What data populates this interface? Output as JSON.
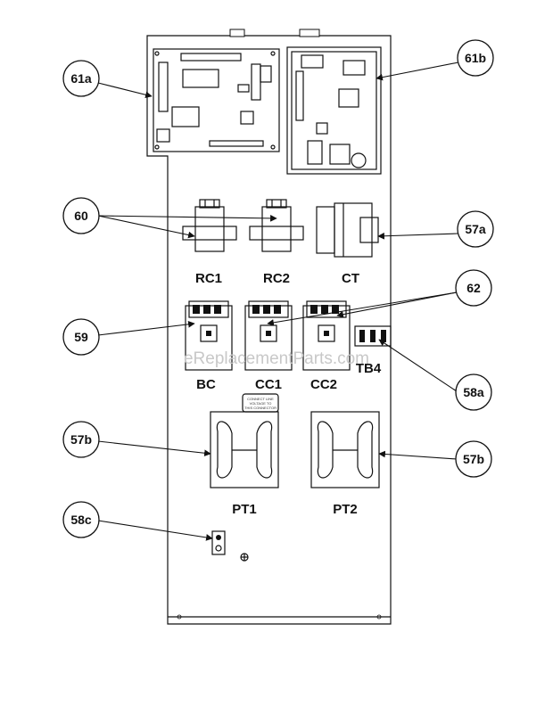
{
  "components": {
    "rc1": "RC1",
    "rc2": "RC2",
    "ct": "CT",
    "bc": "BC",
    "cc1": "CC1",
    "cc2": "CC2",
    "tb4": "TB4",
    "pt1": "PT1",
    "pt2": "PT2"
  },
  "callouts": {
    "c61a": "61a",
    "c61b": "61b",
    "c60": "60",
    "c57a": "57a",
    "c62": "62",
    "c59": "59",
    "c58a": "58a",
    "c57b_left": "57b",
    "c57b_right": "57b",
    "c58c": "58c"
  },
  "notice_label": [
    "CONNECT LINE",
    "VOLTAGE TO",
    "THIS CONNECTOR"
  ],
  "watermark": "eReplacementParts.com"
}
